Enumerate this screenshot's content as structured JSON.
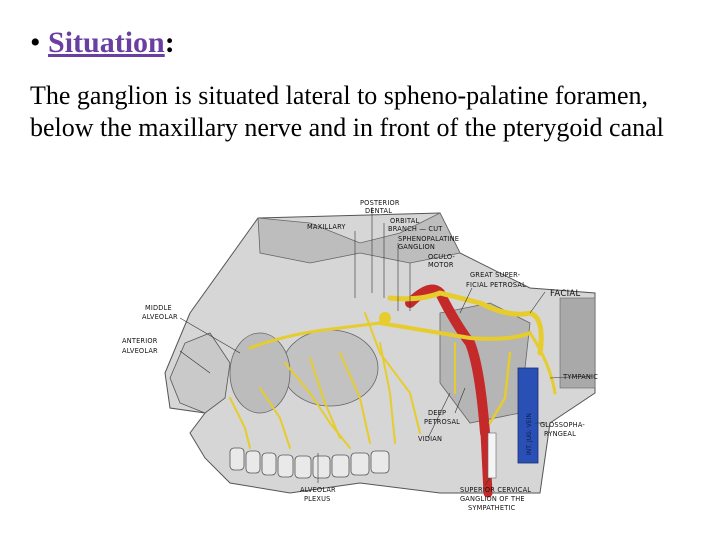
{
  "heading": {
    "bullet": "•",
    "title": "Situation",
    "colon": ":"
  },
  "body": {
    "text": "The ganglion is situated lateral to spheno-palatine foramen, below the maxillary nerve and in front of the pterygoid canal"
  },
  "figure": {
    "labels": {
      "posterior_dental_1": "POSTERIOR",
      "posterior_dental_2": "DENTAL",
      "maxillary": "MAXILLARY",
      "orbital_1": "ORBITAL",
      "orbital_2": "BRANCH — CUT",
      "sphenopalatine_1": "SPHENOPALATINE",
      "sphenopalatine_2": "GANGLION",
      "oculomotor_1": "OCULO-",
      "oculomotor_2": "MOTOR",
      "great_superficial_1": "GREAT SUPER-",
      "great_superficial_2": "FICIAL PETROSAL",
      "facial": "FACIAL",
      "middle_alveolar_1": "MIDDLE",
      "middle_alveolar_2": "ALVEOLAR",
      "anterior_alveolar_1": "ANTERIOR",
      "anterior_alveolar_2": "ALVEOLAR",
      "tympanic": "TYMPANIC",
      "deep_petrosal_1": "DEEP",
      "deep_petrosal_2": "PETROSAL",
      "vidian": "VIDIAN",
      "glossopharyngeal_1": "GLOSSOPHA-",
      "glossopharyngeal_2": "RYNGEAL",
      "alveolar_plexus_1": "ALVEOLAR",
      "alveolar_plexus_2": "PLEXUS",
      "superior_cervical_1": "SUPERIOR CERVICAL",
      "superior_cervical_2": "GANGLION OF THE",
      "superior_cervical_3": "SYMPATHETIC",
      "int_jug_vein": "INT. JUG. VEIN"
    }
  }
}
